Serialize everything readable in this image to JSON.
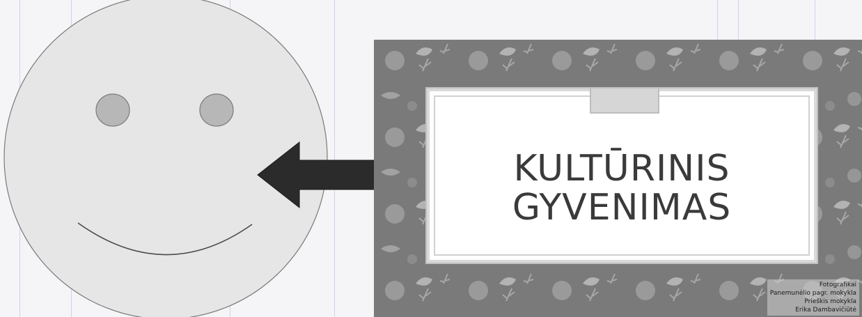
{
  "slide": {
    "title_line1": "KULTŪRINIS",
    "title_line2": "GYVENIMAS",
    "credits": [
      "Fotografikai",
      "Panemunėlio pagr. mokykla",
      "Prieškis mokykla",
      "Erika Dambavičiūtė"
    ]
  },
  "colors": {
    "smiley_fill": "#e6e6e6",
    "smiley_eye": "#b7b7b7",
    "arrow": "#2b2b2b",
    "slide_bg": "#7a7a7a",
    "title_text": "#3a3a3a",
    "guide_lines": "#c8c8ee"
  },
  "icons": {
    "smiley": "smiley-face-icon",
    "arrow": "double-arrow-icon"
  }
}
